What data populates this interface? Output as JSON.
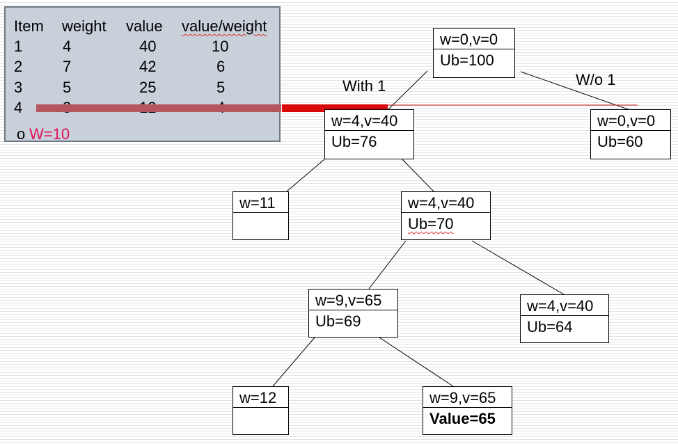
{
  "table": {
    "headers": [
      "Item",
      "weight",
      "value",
      "value/weight"
    ],
    "rows": [
      [
        "1",
        "4",
        "40",
        "10"
      ],
      [
        "2",
        "7",
        "42",
        "6"
      ],
      [
        "3",
        "5",
        "25",
        "5"
      ],
      [
        "4",
        "3",
        "12",
        "4"
      ]
    ],
    "bullet": "o",
    "capacity": "W=10",
    "capacity_color": "#e0105a",
    "highlight_color": "#d80a0a"
  },
  "edge_labels": {
    "with1": "With 1",
    "without1": "W/o 1"
  },
  "nodes": {
    "root": {
      "top": "w=0,v=0",
      "bottom": "Ub=100"
    },
    "with1": {
      "top": "w=4,v=40",
      "bottom": "Ub=76"
    },
    "without1": {
      "top": "w=0,v=0",
      "bottom": "Ub=60"
    },
    "with1_with2": {
      "top": "w=11",
      "bottom": ""
    },
    "with1_without2": {
      "top": "w=4,v=40",
      "bottom": "Ub=70"
    },
    "with3": {
      "top": "w=9,v=65",
      "bottom": "Ub=69"
    },
    "without3": {
      "top": "w=4,v=40",
      "bottom": "Ub=64"
    },
    "with4": {
      "top": "w=12",
      "bottom": ""
    },
    "without4": {
      "top": "w=9,v=65",
      "bottom": "Value=65"
    }
  }
}
